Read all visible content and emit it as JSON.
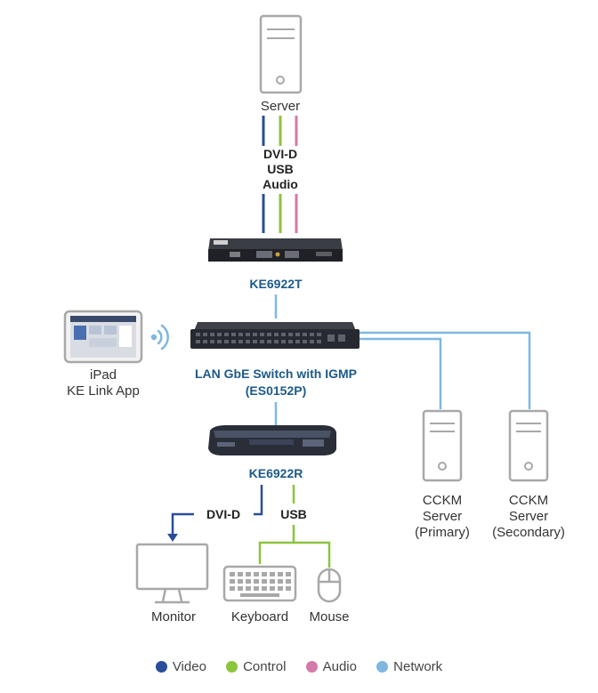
{
  "colors": {
    "video": "#2a4d9a",
    "control": "#8cc43c",
    "audio": "#d47aa8",
    "network": "#7fb7e0",
    "device_outline": "#a8a8a8",
    "label_blue": "#1c5a8a"
  },
  "nodes": {
    "server": "Server",
    "signals_top": [
      "DVI-D",
      "USB",
      "Audio"
    ],
    "transmitter": "KE6922T",
    "switch": "LAN GbE Switch with IGMP",
    "switch_model": "(ES0152P)",
    "ipad": "iPad",
    "ipad_app": "KE Link App",
    "receiver": "KE6922R",
    "rx_dvi": "DVI-D",
    "rx_usb": "USB",
    "monitor": "Monitor",
    "keyboard": "Keyboard",
    "mouse": "Mouse",
    "cckm_primary": [
      "CCKM",
      "Server",
      "(Primary)"
    ],
    "cckm_secondary": [
      "CCKM",
      "Server",
      "(Secondary)"
    ]
  },
  "legend": [
    {
      "label": "Video",
      "color": "#2a4d9a"
    },
    {
      "label": "Control",
      "color": "#8cc43c"
    },
    {
      "label": "Audio",
      "color": "#d47aa8"
    },
    {
      "label": "Network",
      "color": "#7fb7e0"
    }
  ]
}
